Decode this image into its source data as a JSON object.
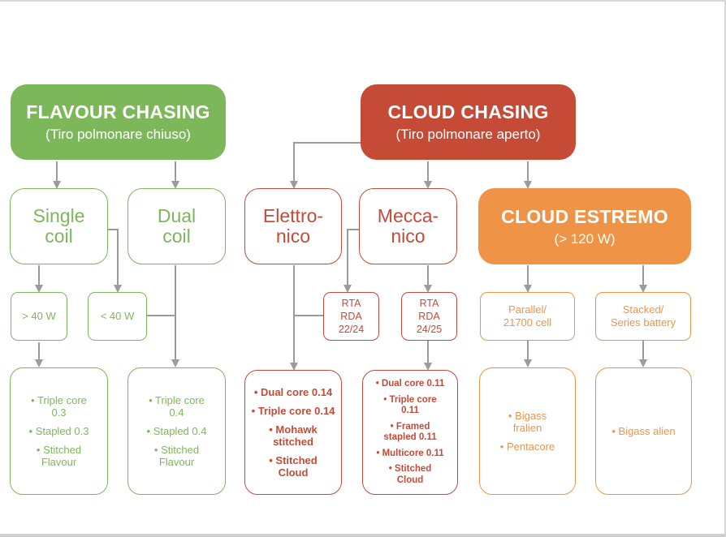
{
  "colors": {
    "green": "#7cb85a",
    "red": "#c54b37",
    "orange": "#ef9447",
    "connector": "#9b9b9b"
  },
  "headers": {
    "flavour": {
      "title": "FLAVOUR CHASING",
      "subtitle": "(Tiro polmonare chiuso)"
    },
    "cloud": {
      "title": "CLOUD CHASING",
      "subtitle": "(Tiro polmonare aperto)"
    },
    "estremo": {
      "title": "CLOUD ESTREMO",
      "subtitle": "(> 120 W)"
    }
  },
  "categories": {
    "single_coil": [
      "Single",
      "coil"
    ],
    "dual_coil": [
      "Dual",
      "coil"
    ],
    "elettronico": [
      "Elettro-",
      "nico"
    ],
    "meccanico": [
      "Mecca-",
      "nico"
    ]
  },
  "conditions": {
    "over40": "> 40 W",
    "under40": "< 40 W",
    "rta_22": [
      "RTA",
      "RDA",
      "22/24"
    ],
    "rta_24": [
      "RTA",
      "RDA",
      "24/25"
    ],
    "parallel": [
      "Parallel/",
      "21700 cell"
    ],
    "stacked": [
      "Stacked/",
      "Series battery"
    ]
  },
  "lists": {
    "single": [
      "• Triple core\n0.3",
      "• Stapled 0.3",
      "• Stitched\nFlavour"
    ],
    "dual": [
      "• Triple core\n0.4",
      "• Stapled 0.4",
      "• Stitched\nFlavour"
    ],
    "elettronico": [
      "• Dual core 0.14",
      "• Triple core 0.14",
      "• Mohawk\nstitched",
      "• Stitched\nCloud"
    ],
    "meccanico": [
      "• Dual core 0.11",
      "• Triple core\n0.11",
      "• Framed\nstapled 0.11",
      "• Multicore 0.11",
      "• Stitched\nCloud"
    ],
    "parallel": [
      "• Bigass\nfralien",
      "• Pentacore"
    ],
    "stacked": [
      "• Bigass alien"
    ]
  }
}
